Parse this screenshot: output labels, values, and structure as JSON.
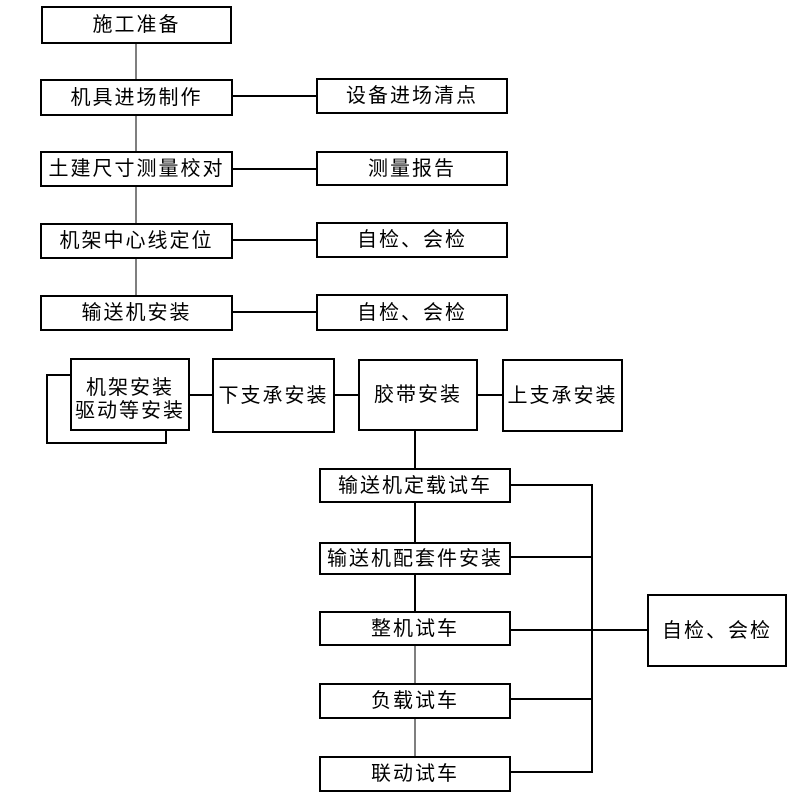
{
  "diagram_type": "flowchart",
  "colors": {
    "background": "#ffffff",
    "box_border": "#000000",
    "text": "#000000",
    "connector_black": "#000000",
    "connector_gray": "#7f7f7f"
  },
  "nodes": {
    "construction_preparation": "施工准备",
    "rigging_mobilization_fabrication": "机具进场制作",
    "equipment_arrival_inventory": "设备进场清点",
    "civil_dimension_survey_check": "土建尺寸测量校对",
    "survey_report": "测量报告",
    "frame_centerline_positioning": "机架中心线定位",
    "self_joint_check_1": "自检、会检",
    "conveyor_installation": "输送机安装",
    "self_joint_check_2": "自检、会检",
    "frame_drive_installation": "机架安装\n驱动等安装",
    "lower_support_installation": "下支承安装",
    "belt_installation": "胶带安装",
    "upper_support_installation": "上支承安装",
    "conveyor_fixed_load_test": "输送机定载试车",
    "conveyor_accessories_installation": "输送机配套件安装",
    "whole_machine_test_run": "整机试车",
    "load_test_run": "负载试车",
    "linkage_test_run": "联动试车",
    "self_joint_check_3": "自检、会检"
  }
}
